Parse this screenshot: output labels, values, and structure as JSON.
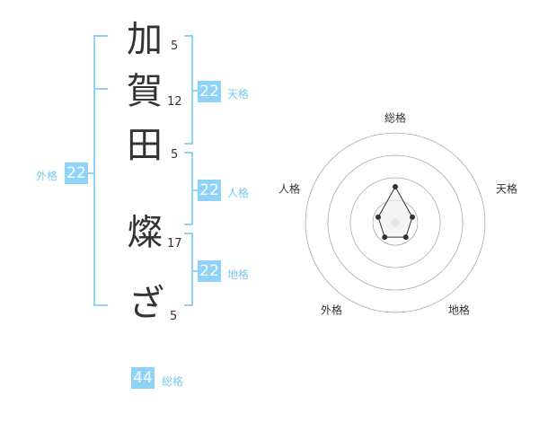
{
  "characters": [
    {
      "char": "加",
      "strokes": "5"
    },
    {
      "char": "賀",
      "strokes": "12"
    },
    {
      "char": "田",
      "strokes": "5"
    },
    {
      "char": "燦",
      "strokes": "17"
    },
    {
      "char": "ざ",
      "strokes": "5"
    }
  ],
  "fortunes": {
    "tenkaku": {
      "label": "天格",
      "value": "22"
    },
    "jinkaku": {
      "label": "人格",
      "value": "22"
    },
    "chikaku": {
      "label": "地格",
      "value": "22"
    },
    "gaikaku": {
      "label": "外格",
      "value": "22"
    },
    "soukaku": {
      "label": "総格",
      "value": "44"
    }
  },
  "chart_data": {
    "type": "radar",
    "axes": [
      "総格",
      "天格",
      "地格",
      "外格",
      "人格"
    ],
    "values": [
      2,
      1,
      1,
      1,
      1
    ],
    "rmax": 5,
    "rings": 4,
    "colors": {
      "line": "#333333",
      "ring": "#aaaaaa",
      "fill": "#eeeeee",
      "dot": "#333333",
      "center": "#dddddd"
    }
  }
}
